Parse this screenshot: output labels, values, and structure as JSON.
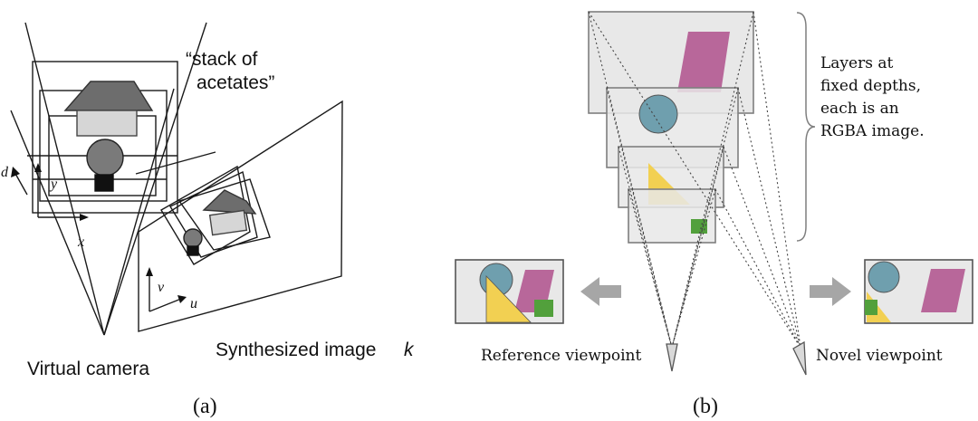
{
  "panel_a": {
    "stack_label_line1": "“stack of",
    "stack_label_line2": "acetates”",
    "axis_d": "d",
    "axis_y": "y",
    "axis_x": "x",
    "axis_v": "v",
    "axis_u": "u",
    "camera_label": "Virtual camera",
    "image_label": "Synthesized  image",
    "image_label_k": "k",
    "caption": "(a)"
  },
  "panel_b": {
    "layers_line1": "Layers at",
    "layers_line2": "fixed depths,",
    "layers_line3": "each is an",
    "layers_line4": "RGBA image.",
    "reference_label": "Reference viewpoint",
    "novel_label": "Novel viewpoint",
    "caption": "(b)"
  },
  "colors": {
    "pink": "#b8679a",
    "teal": "#6f9fae",
    "yellow": "#f2d052",
    "green": "#52a03c",
    "panel_gray": "#e7e7e7",
    "arrow_gray": "#a6a6a6"
  }
}
